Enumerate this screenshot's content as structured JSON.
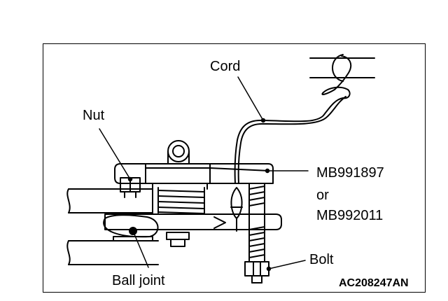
{
  "labels": {
    "cord": "Cord",
    "nut": "Nut",
    "tool_line1": "MB991897",
    "tool_line2": "or",
    "tool_line3": "MB992011",
    "bolt": "Bolt",
    "ball_joint": "Ball joint"
  },
  "figure_code": "AC208247AN",
  "colors": {
    "line": "#000000",
    "background": "#ffffff"
  }
}
